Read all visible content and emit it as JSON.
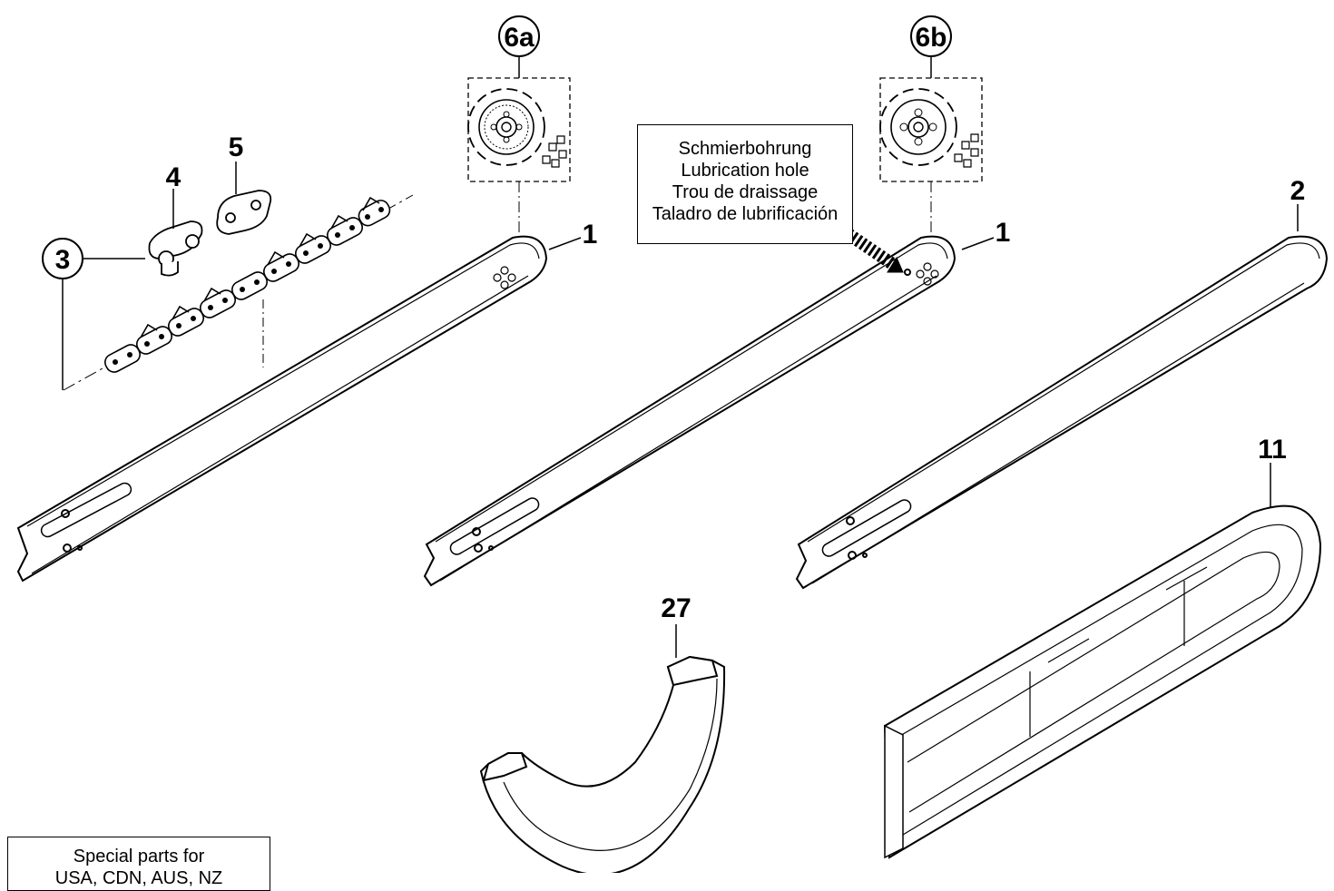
{
  "callouts": {
    "c1a": "1",
    "c1b": "1",
    "c2": "2",
    "c3": "3",
    "c4": "4",
    "c5": "5",
    "c6a": "6a",
    "c6b": "6b",
    "c11": "11",
    "c27": "27"
  },
  "lubrication_box": {
    "lines": [
      "Schmierbohrung",
      "Lubrication hole",
      "Trou de draissage",
      "Taladro de lubrificación"
    ]
  },
  "special_box": {
    "lines": [
      "Special parts for",
      "USA, CDN, AUS, NZ"
    ]
  }
}
